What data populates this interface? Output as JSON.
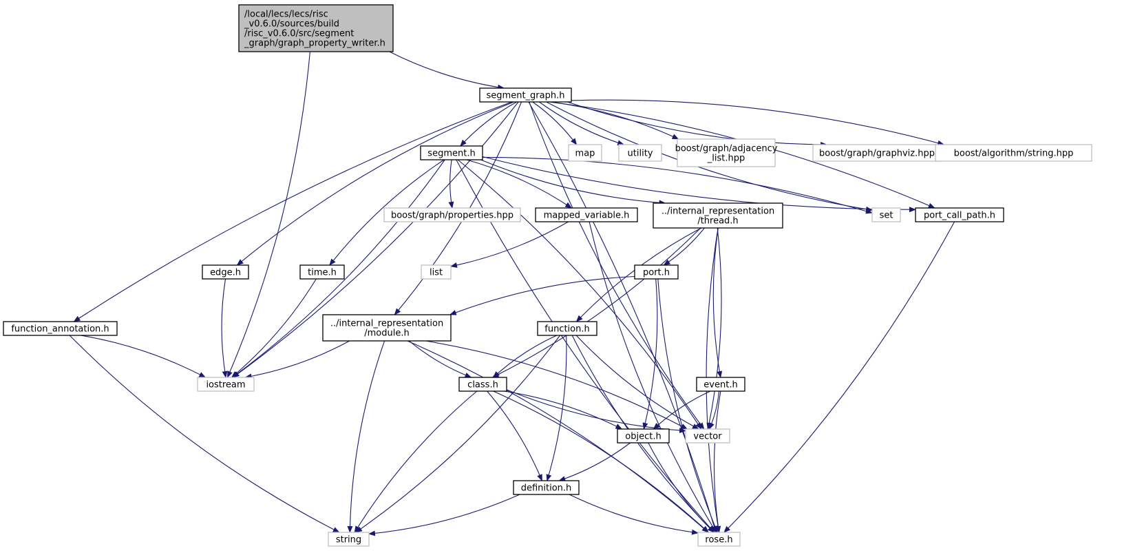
{
  "diagram": {
    "type": "include-dependency-graph",
    "colors": {
      "edge": "#191970",
      "root_fill": "#bfbfbf",
      "documented_border": "#000000",
      "external_border": "#bfbfbf",
      "external_text": "#000000"
    },
    "nodes": [
      {
        "id": "root",
        "lines": [
          "/local/lecs/lecs/risc",
          "_v0.6.0/sources/build",
          "/risc_v0.6.0/src/segment",
          "_graph/graph_property_writer.h"
        ],
        "kind": "root"
      },
      {
        "id": "segment_graph",
        "lines": [
          "segment_graph.h"
        ],
        "kind": "documented"
      },
      {
        "id": "segment",
        "lines": [
          "segment.h"
        ],
        "kind": "documented"
      },
      {
        "id": "map",
        "lines": [
          "map"
        ],
        "kind": "external"
      },
      {
        "id": "utility",
        "lines": [
          "utility"
        ],
        "kind": "external"
      },
      {
        "id": "adjacency",
        "lines": [
          "boost/graph/adjacency",
          "_list.hpp"
        ],
        "kind": "external"
      },
      {
        "id": "graphviz",
        "lines": [
          "boost/graph/graphviz.hpp"
        ],
        "kind": "external"
      },
      {
        "id": "algostring",
        "lines": [
          "boost/algorithm/string.hpp"
        ],
        "kind": "external"
      },
      {
        "id": "properties",
        "lines": [
          "boost/graph/properties.hpp"
        ],
        "kind": "external"
      },
      {
        "id": "mapped_variable",
        "lines": [
          "mapped_variable.h"
        ],
        "kind": "documented"
      },
      {
        "id": "thread",
        "lines": [
          "../internal_representation",
          "/thread.h"
        ],
        "kind": "documented"
      },
      {
        "id": "set",
        "lines": [
          "set"
        ],
        "kind": "external"
      },
      {
        "id": "port_call_path",
        "lines": [
          "port_call_path.h"
        ],
        "kind": "documented"
      },
      {
        "id": "edge",
        "lines": [
          "edge.h"
        ],
        "kind": "documented"
      },
      {
        "id": "time",
        "lines": [
          "time.h"
        ],
        "kind": "documented"
      },
      {
        "id": "list",
        "lines": [
          "list"
        ],
        "kind": "external"
      },
      {
        "id": "port",
        "lines": [
          "port.h"
        ],
        "kind": "documented"
      },
      {
        "id": "function_annotation",
        "lines": [
          "function_annotation.h"
        ],
        "kind": "documented"
      },
      {
        "id": "module",
        "lines": [
          "../internal_representation",
          "/module.h"
        ],
        "kind": "documented"
      },
      {
        "id": "function",
        "lines": [
          "function.h"
        ],
        "kind": "documented"
      },
      {
        "id": "iostream",
        "lines": [
          "iostream"
        ],
        "kind": "external"
      },
      {
        "id": "class",
        "lines": [
          "class.h"
        ],
        "kind": "documented"
      },
      {
        "id": "event",
        "lines": [
          "event.h"
        ],
        "kind": "documented"
      },
      {
        "id": "object",
        "lines": [
          "object.h"
        ],
        "kind": "documented"
      },
      {
        "id": "vector",
        "lines": [
          "vector"
        ],
        "kind": "external"
      },
      {
        "id": "definition",
        "lines": [
          "definition.h"
        ],
        "kind": "documented"
      },
      {
        "id": "string",
        "lines": [
          "string"
        ],
        "kind": "external"
      },
      {
        "id": "rose",
        "lines": [
          "rose.h"
        ],
        "kind": "external"
      }
    ],
    "edges": [
      {
        "from": "root",
        "to": "segment_graph"
      },
      {
        "from": "root",
        "to": "iostream"
      },
      {
        "from": "segment_graph",
        "to": "segment"
      },
      {
        "from": "segment_graph",
        "to": "map"
      },
      {
        "from": "segment_graph",
        "to": "utility"
      },
      {
        "from": "segment_graph",
        "to": "adjacency"
      },
      {
        "from": "segment_graph",
        "to": "graphviz"
      },
      {
        "from": "segment_graph",
        "to": "algostring"
      },
      {
        "from": "segment_graph",
        "to": "set"
      },
      {
        "from": "segment_graph",
        "to": "port_call_path"
      },
      {
        "from": "segment_graph",
        "to": "vector"
      },
      {
        "from": "segment_graph",
        "to": "rose"
      },
      {
        "from": "segment_graph",
        "to": "edge"
      },
      {
        "from": "segment_graph",
        "to": "module"
      },
      {
        "from": "segment_graph",
        "to": "function_annotation"
      },
      {
        "from": "segment_graph",
        "to": "iostream"
      },
      {
        "from": "segment",
        "to": "properties"
      },
      {
        "from": "segment",
        "to": "mapped_variable"
      },
      {
        "from": "segment",
        "to": "thread"
      },
      {
        "from": "segment",
        "to": "set"
      },
      {
        "from": "segment",
        "to": "port_call_path"
      },
      {
        "from": "segment",
        "to": "vector"
      },
      {
        "from": "segment",
        "to": "time"
      },
      {
        "from": "segment",
        "to": "iostream"
      },
      {
        "from": "segment",
        "to": "rose"
      },
      {
        "from": "mapped_variable",
        "to": "list"
      },
      {
        "from": "mapped_variable",
        "to": "rose"
      },
      {
        "from": "thread",
        "to": "port"
      },
      {
        "from": "thread",
        "to": "function"
      },
      {
        "from": "thread",
        "to": "class"
      },
      {
        "from": "thread",
        "to": "event"
      },
      {
        "from": "thread",
        "to": "vector"
      },
      {
        "from": "thread",
        "to": "rose"
      },
      {
        "from": "port_call_path",
        "to": "rose"
      },
      {
        "from": "edge",
        "to": "iostream"
      },
      {
        "from": "time",
        "to": "iostream"
      },
      {
        "from": "port",
        "to": "module"
      },
      {
        "from": "port",
        "to": "object"
      },
      {
        "from": "port",
        "to": "rose"
      },
      {
        "from": "function_annotation",
        "to": "iostream"
      },
      {
        "from": "function_annotation",
        "to": "string"
      },
      {
        "from": "module",
        "to": "iostream"
      },
      {
        "from": "module",
        "to": "class"
      },
      {
        "from": "module",
        "to": "vector"
      },
      {
        "from": "module",
        "to": "string"
      },
      {
        "from": "module",
        "to": "rose"
      },
      {
        "from": "function",
        "to": "class"
      },
      {
        "from": "function",
        "to": "definition"
      },
      {
        "from": "function",
        "to": "vector"
      },
      {
        "from": "function",
        "to": "string"
      },
      {
        "from": "function",
        "to": "rose"
      },
      {
        "from": "class",
        "to": "object"
      },
      {
        "from": "class",
        "to": "vector"
      },
      {
        "from": "class",
        "to": "definition"
      },
      {
        "from": "class",
        "to": "string"
      },
      {
        "from": "class",
        "to": "rose"
      },
      {
        "from": "event",
        "to": "object"
      },
      {
        "from": "event",
        "to": "vector"
      },
      {
        "from": "event",
        "to": "rose"
      },
      {
        "from": "object",
        "to": "definition"
      },
      {
        "from": "object",
        "to": "rose"
      },
      {
        "from": "definition",
        "to": "string"
      },
      {
        "from": "definition",
        "to": "rose"
      }
    ]
  }
}
